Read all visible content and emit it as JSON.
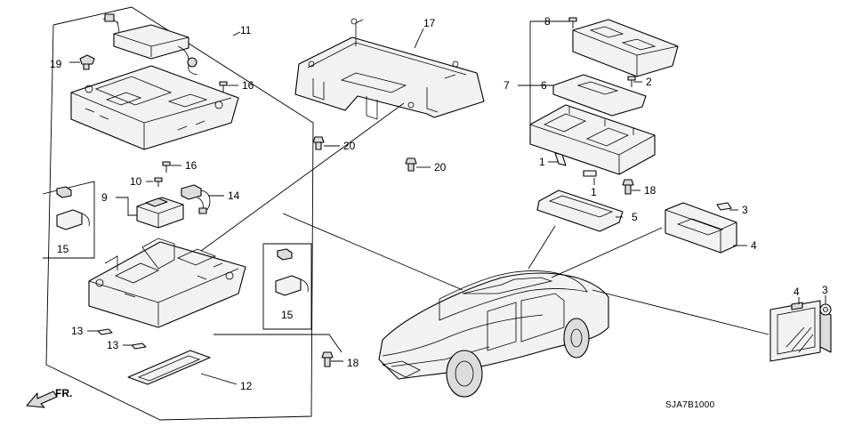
{
  "callouts": {
    "c1a": "1",
    "c1b": "1",
    "c2": "2",
    "c3a": "3",
    "c3b": "3",
    "c4a": "4",
    "c4b": "4",
    "c5": "5",
    "c6": "6",
    "c7": "7",
    "c8": "8",
    "c9": "9",
    "c10": "10",
    "c11": "11",
    "c12": "12",
    "c13a": "13",
    "c13b": "13",
    "c14": "14",
    "c15a": "15",
    "c15b": "15",
    "c16a": "16",
    "c16b": "16",
    "c17": "17",
    "c18a": "18",
    "c18b": "18",
    "c19": "19",
    "c20a": "20",
    "c20b": "20"
  },
  "direction_label": "FR.",
  "diagram_code": "SJA7B1000"
}
